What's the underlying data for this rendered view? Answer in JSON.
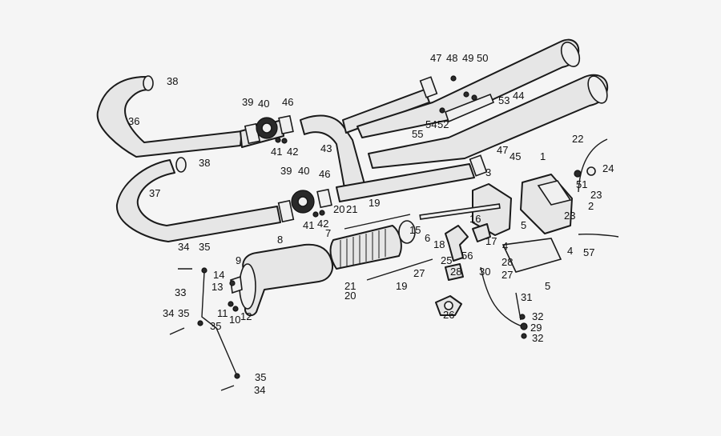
{
  "diagram": {
    "background": "#f5f5f5",
    "ink": "#1a1a1a",
    "callouts": [
      {
        "id": "38a",
        "text": "38"
      },
      {
        "id": "36",
        "text": "36"
      },
      {
        "id": "39a",
        "text": "39"
      },
      {
        "id": "40a",
        "text": "40"
      },
      {
        "id": "46a",
        "text": "46"
      },
      {
        "id": "41a",
        "text": "41"
      },
      {
        "id": "42a",
        "text": "42"
      },
      {
        "id": "43",
        "text": "43"
      },
      {
        "id": "38b",
        "text": "38"
      },
      {
        "id": "37",
        "text": "37"
      },
      {
        "id": "39b",
        "text": "39"
      },
      {
        "id": "40b",
        "text": "40"
      },
      {
        "id": "46b",
        "text": "46"
      },
      {
        "id": "41b",
        "text": "41"
      },
      {
        "id": "42b",
        "text": "42"
      },
      {
        "id": "20a",
        "text": "20"
      },
      {
        "id": "21a",
        "text": "21"
      },
      {
        "id": "19a",
        "text": "19"
      },
      {
        "id": "7",
        "text": "7"
      },
      {
        "id": "8",
        "text": "8"
      },
      {
        "id": "47a",
        "text": "47"
      },
      {
        "id": "48",
        "text": "48"
      },
      {
        "id": "49",
        "text": "49"
      },
      {
        "id": "50",
        "text": "50"
      },
      {
        "id": "53",
        "text": "53"
      },
      {
        "id": "44",
        "text": "44"
      },
      {
        "id": "55",
        "text": "55"
      },
      {
        "id": "54",
        "text": "54"
      },
      {
        "id": "52",
        "text": "52"
      },
      {
        "id": "47b",
        "text": "47"
      },
      {
        "id": "45",
        "text": "45"
      },
      {
        "id": "1",
        "text": "1"
      },
      {
        "id": "22",
        "text": "22"
      },
      {
        "id": "24",
        "text": "24"
      },
      {
        "id": "51",
        "text": "51"
      },
      {
        "id": "23a",
        "text": "23"
      },
      {
        "id": "23b",
        "text": "23"
      },
      {
        "id": "2",
        "text": "2"
      },
      {
        "id": "3",
        "text": "3"
      },
      {
        "id": "16",
        "text": "16"
      },
      {
        "id": "5a",
        "text": "5"
      },
      {
        "id": "15",
        "text": "15"
      },
      {
        "id": "6",
        "text": "6"
      },
      {
        "id": "18",
        "text": "18"
      },
      {
        "id": "17",
        "text": "17"
      },
      {
        "id": "4a",
        "text": "4"
      },
      {
        "id": "4b",
        "text": "4"
      },
      {
        "id": "57",
        "text": "57"
      },
      {
        "id": "56",
        "text": "56"
      },
      {
        "id": "25",
        "text": "25"
      },
      {
        "id": "28a",
        "text": "28"
      },
      {
        "id": "28b",
        "text": "28"
      },
      {
        "id": "27a",
        "text": "27"
      },
      {
        "id": "27b",
        "text": "27"
      },
      {
        "id": "30",
        "text": "30"
      },
      {
        "id": "5b",
        "text": "5"
      },
      {
        "id": "21b",
        "text": "21"
      },
      {
        "id": "20b",
        "text": "20"
      },
      {
        "id": "19b",
        "text": "19"
      },
      {
        "id": "26",
        "text": "26"
      },
      {
        "id": "31",
        "text": "31"
      },
      {
        "id": "32a",
        "text": "32"
      },
      {
        "id": "29",
        "text": "29"
      },
      {
        "id": "32b",
        "text": "32"
      },
      {
        "id": "34a",
        "text": "34"
      },
      {
        "id": "35a",
        "text": "35"
      },
      {
        "id": "14",
        "text": "14"
      },
      {
        "id": "9",
        "text": "9"
      },
      {
        "id": "13",
        "text": "13"
      },
      {
        "id": "33",
        "text": "33"
      },
      {
        "id": "11",
        "text": "11"
      },
      {
        "id": "10",
        "text": "10"
      },
      {
        "id": "12",
        "text": "12"
      },
      {
        "id": "34b",
        "text": "34"
      },
      {
        "id": "35b",
        "text": "35"
      },
      {
        "id": "35c",
        "text": "35"
      },
      {
        "id": "35d",
        "text": "35"
      },
      {
        "id": "34c",
        "text": "34"
      }
    ]
  }
}
